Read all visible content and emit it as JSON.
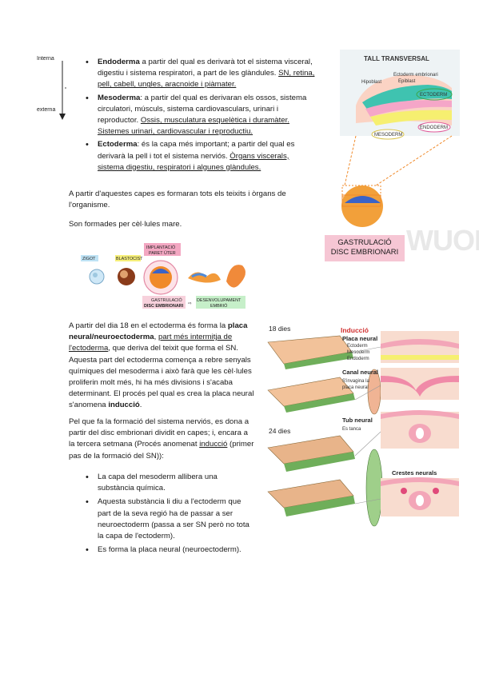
{
  "axis": {
    "top": "Interna",
    "bottom": "externa"
  },
  "layers": [
    {
      "term": "Endoderma",
      "pre": " a partir del qual es derivarà tot el sistema visceral, digestiu i sistema respiratori, a part de les glàndules. ",
      "u": "SN, retina, pell, cabell, ungles, aracnoide i piàmater."
    },
    {
      "term": "Mesoderma",
      "pre": ": a partir del qual es derivaran els ossos, sistema circulatori, músculs, sistema cardiovasculars, urinari i reproductor. ",
      "u": "Ossis, musculatura esquelètica i duramàter. Sistemes urinari, cardiovascular i reproductiu."
    },
    {
      "term": "Ectoderma",
      "pre": ": és la capa més important; a partir del qual es derivarà la pell i tot el sistema nerviós. ",
      "u": "Òrgans viscerals, sistema digestiu, respiratori i algunes glàndules."
    }
  ],
  "p1": "A partir d'aquestes capes es formaran tots els teixits i òrgans de l'organisme.",
  "p2": "Son formades per cèl·lules mare.",
  "fig1": {
    "zigot": "ZIGOT",
    "blastocist": "BLASTOCIST",
    "implant1": "IMPLANTACIÓ",
    "implant2": "PARET ÚTER",
    "gastr1": "GASTRULACIÓ",
    "gastr2": "DISC EMBRIONARI",
    "desenv1": "DESENVOLUPAMENT",
    "desenv2": "EMBRIÓ"
  },
  "tall": {
    "title": "TALL TRANSVERSAL",
    "hipoblast": "Hipoblast",
    "ecto_emb": "Ectoderm embrionari",
    "epiblast": "Epiblast",
    "ectoderm": "ECTODERM",
    "endoderm": "ENDODERM",
    "mesoderm": "MESODERM"
  },
  "gastrulacio": {
    "line1": "GASTRULACIÓ",
    "line2": "DISC EMBRIONARI"
  },
  "watermark": "WUOL",
  "p3": {
    "pre": "A partir del dia 18 en el ectoderma és forma la ",
    "b": "placa neural/neuroectoderma",
    "mid": ", ",
    "u": "part més intermitja de l'ectoderma",
    "post": ", que deriva del teixit que forma el SN. Aquesta part del ectoderma comença a rebre senyals químiques del mesoderma i això farà que les cèl·lules proliferin molt més, hi ha més divisions i s'acaba determinant. El procés pel qual es crea la placa neural s'anomena ",
    "b2": "inducció",
    "end": "."
  },
  "p4": {
    "pre": "Pel que fa la formació del sistema nerviós, es dona a partir del disc embrionari dividit en capes; i, encara a la tercera setmana (Procés anomenat ",
    "u": "inducció",
    "post": " (primer pas de la formació del SN)):"
  },
  "steps": [
    "La capa del mesoderm allibera una substància química.",
    "Aquesta substància li diu a l'ectoderm que part de la seva regió ha de passar a ser neuroectoderm (passa a ser SN però no tota la capa de l'ectoderm).",
    "Es forma la placa neural (neuroectoderm)."
  ],
  "neural": {
    "d18": "18 dies",
    "d24": "24 dies",
    "induccio": "Inducció",
    "placa": "Placa neural",
    "ecto": "Ectoderm",
    "meso": "Mesoderm",
    "endo": "Endoderm",
    "canal": "Canal neural",
    "canal_sub1": "S'invagina la",
    "canal_sub2": "placa neural",
    "tub": "Tub neural",
    "tub_sub": "Es tanca",
    "crestes": "Crestes neurals"
  }
}
